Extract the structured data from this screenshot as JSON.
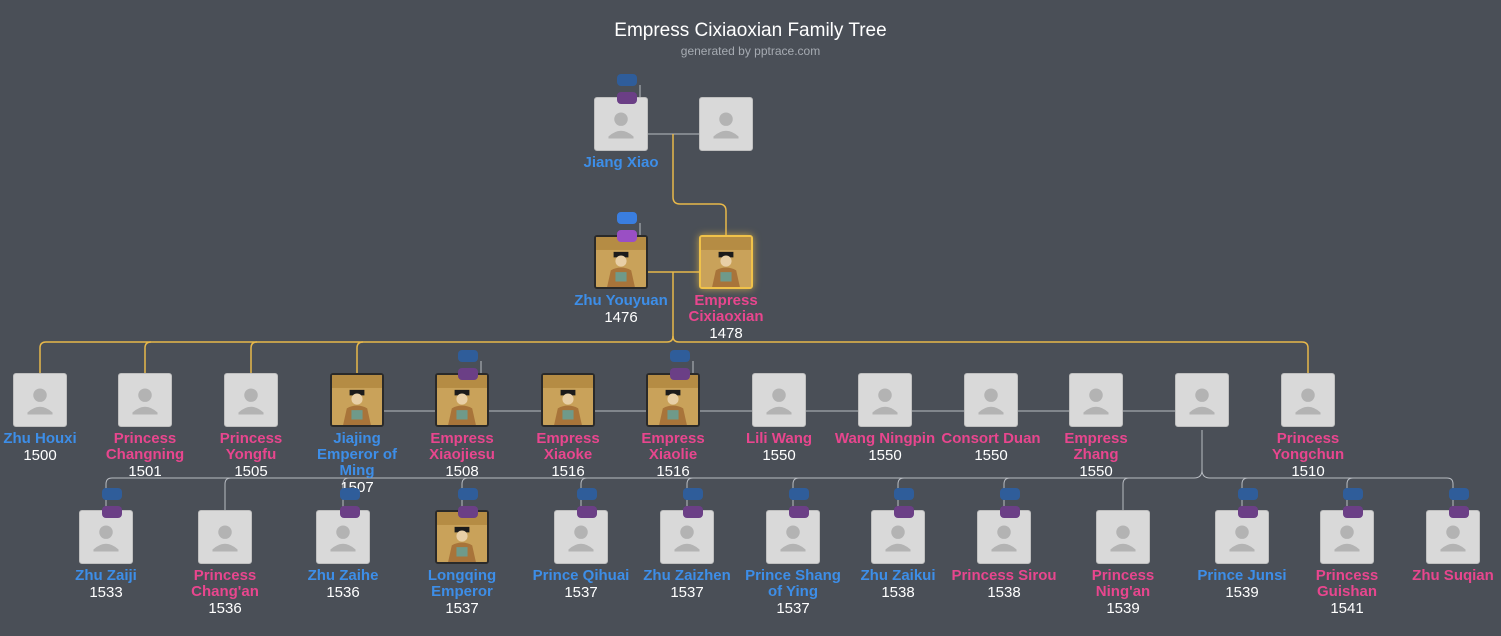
{
  "header": {
    "title": "Empress Cixiaoxian Family Tree",
    "subtitle": "generated by pptrace.com"
  },
  "icons": {
    "silhouette": "person-silhouette-icon",
    "portrait": "portrait-painting-icon",
    "toggle": "expand-toggle-icon"
  },
  "colors": {
    "background": "#4a4f57",
    "male": "#3d8ee8",
    "female": "#e8468e",
    "lineage_line": "#e8b84a",
    "link_line": "#b8bcc2",
    "placeholder": "#d9d9d9"
  },
  "people": [
    {
      "id": "p1",
      "name": "Jiang Xiao",
      "year": "",
      "sex": "m",
      "img": "silhouette"
    },
    {
      "id": "p2",
      "name": "",
      "year": "",
      "sex": "f",
      "img": "silhouette"
    },
    {
      "id": "p3",
      "name": "Zhu Youyuan",
      "year": "1476",
      "sex": "m",
      "img": "portrait"
    },
    {
      "id": "p4",
      "name": "Empress Cixiaoxian",
      "year": "1478",
      "sex": "f",
      "img": "portrait",
      "highlight": true
    },
    {
      "id": "c1",
      "name": "Zhu Houxi",
      "year": "1500",
      "sex": "m",
      "img": "silhouette"
    },
    {
      "id": "c2",
      "name": "Princess Changning",
      "year": "1501",
      "sex": "f",
      "img": "silhouette"
    },
    {
      "id": "c3",
      "name": "Princess Yongfu",
      "year": "1505",
      "sex": "f",
      "img": "silhouette"
    },
    {
      "id": "c4",
      "name": "Jiajing Emperor of Ming",
      "year": "1507",
      "sex": "m",
      "img": "portrait"
    },
    {
      "id": "s1",
      "name": "Empress Xiaojiesu",
      "year": "1508",
      "sex": "f",
      "img": "portrait"
    },
    {
      "id": "s2",
      "name": "Empress Xiaoke",
      "year": "1516",
      "sex": "f",
      "img": "portrait"
    },
    {
      "id": "s3",
      "name": "Empress Xiaolie",
      "year": "1516",
      "sex": "f",
      "img": "portrait"
    },
    {
      "id": "s4",
      "name": "Lili Wang",
      "year": "1550",
      "sex": "f",
      "img": "silhouette"
    },
    {
      "id": "s5",
      "name": "Wang Ningpin",
      "year": "1550",
      "sex": "f",
      "img": "silhouette"
    },
    {
      "id": "s6",
      "name": "Consort Duan",
      "year": "1550",
      "sex": "f",
      "img": "silhouette"
    },
    {
      "id": "s7",
      "name": "Empress Zhang",
      "year": "1550",
      "sex": "f",
      "img": "silhouette"
    },
    {
      "id": "s8",
      "name": "",
      "year": "",
      "sex": "f",
      "img": "silhouette"
    },
    {
      "id": "c5",
      "name": "Princess Yongchun",
      "year": "1510",
      "sex": "f",
      "img": "silhouette"
    },
    {
      "id": "g1",
      "name": "Zhu Zaiji",
      "year": "1533",
      "sex": "m",
      "img": "silhouette"
    },
    {
      "id": "g2",
      "name": "Princess Chang'an",
      "year": "1536",
      "sex": "f",
      "img": "silhouette"
    },
    {
      "id": "g3",
      "name": "Zhu Zaihe",
      "year": "1536",
      "sex": "m",
      "img": "silhouette"
    },
    {
      "id": "g4",
      "name": "Longqing Emperor",
      "year": "1537",
      "sex": "m",
      "img": "portrait"
    },
    {
      "id": "g5",
      "name": "Prince Qihuai",
      "year": "1537",
      "sex": "m",
      "img": "silhouette"
    },
    {
      "id": "g6",
      "name": "Zhu Zaizhen",
      "year": "1537",
      "sex": "m",
      "img": "silhouette"
    },
    {
      "id": "g7",
      "name": "Prince Shang of Ying",
      "year": "1537",
      "sex": "m",
      "img": "silhouette"
    },
    {
      "id": "g8",
      "name": "Zhu Zaikui",
      "year": "1538",
      "sex": "m",
      "img": "silhouette"
    },
    {
      "id": "g9",
      "name": "Princess Sirou",
      "year": "1538",
      "sex": "f",
      "img": "silhouette"
    },
    {
      "id": "g10",
      "name": "Princess Ning'an",
      "year": "1539",
      "sex": "f",
      "img": "silhouette"
    },
    {
      "id": "g11",
      "name": "Prince Junsi",
      "year": "1539",
      "sex": "m",
      "img": "silhouette"
    },
    {
      "id": "g12",
      "name": "Princess Guishan",
      "year": "1541",
      "sex": "f",
      "img": "silhouette"
    },
    {
      "id": "g13",
      "name": "Zhu Suqian",
      "year": "",
      "sex": "f",
      "img": "silhouette"
    }
  ]
}
